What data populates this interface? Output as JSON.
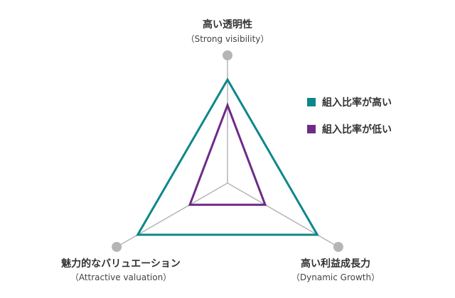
{
  "chart_data": {
    "type": "radar",
    "axes": [
      {
        "label": "高い透明性",
        "sublabel": "（Strong visibility）"
      },
      {
        "label": "高い利益成長力",
        "sublabel": "（Dynamic Growth）"
      },
      {
        "label": "魅力的なバリュエーション",
        "sublabel": "（Attractive valuation）"
      }
    ],
    "series": [
      {
        "name": "組入比率が高い",
        "values": [
          0.81,
          0.81,
          0.81
        ],
        "color": "#0e878a"
      },
      {
        "name": "組入比率が低い",
        "values": [
          0.61,
          0.34,
          0.34
        ],
        "color": "#6e2b86"
      }
    ],
    "range": [
      0,
      1
    ]
  }
}
